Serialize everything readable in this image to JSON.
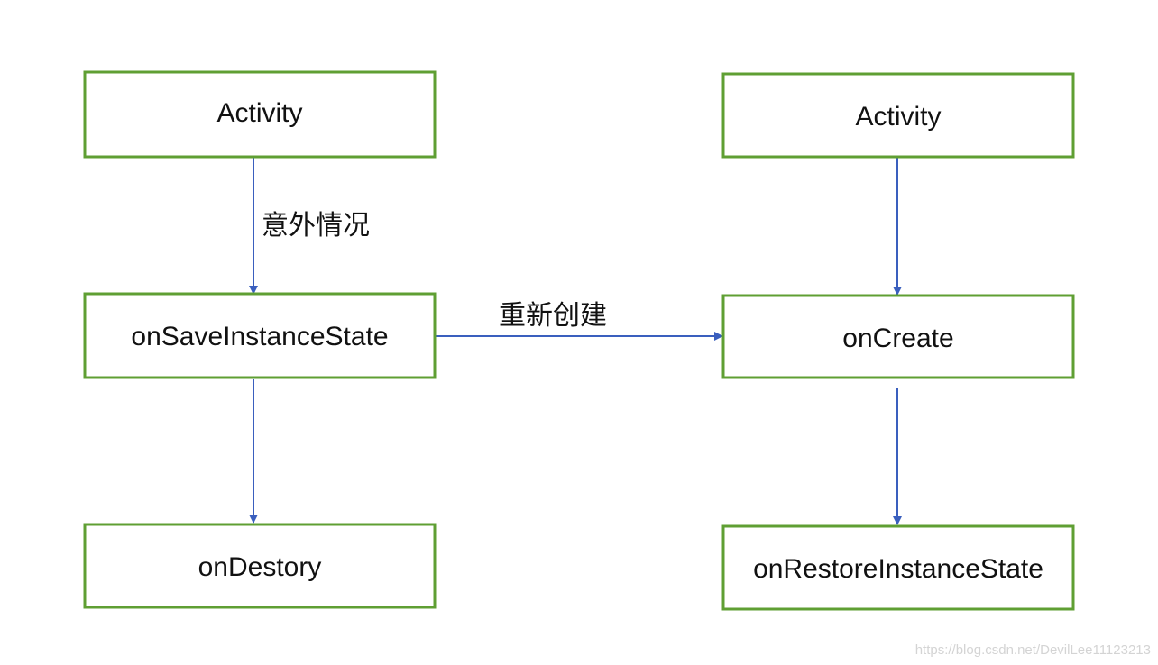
{
  "diagram": {
    "nodes": {
      "left_activity": "Activity",
      "save_state": "onSaveInstanceState",
      "destroy": "onDestory",
      "right_activity": "Activity",
      "create": "onCreate",
      "restore_state": "onRestoreInstanceState"
    },
    "edges": {
      "unexpected": "意外情况",
      "recreate": "重新创建"
    },
    "colors": {
      "box_border": "#5f9f33",
      "arrow": "#3a5fbe"
    }
  },
  "watermark": "https://blog.csdn.net/DevilLee11123213"
}
